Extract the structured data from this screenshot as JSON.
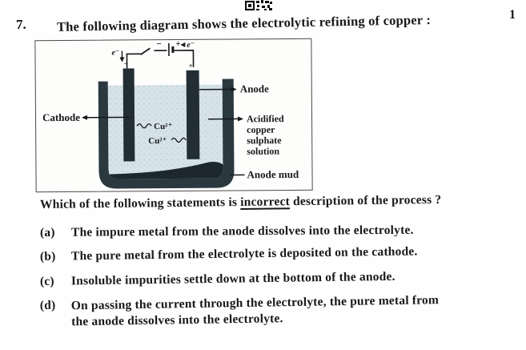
{
  "page": {
    "question_number": "7.",
    "marks": "1",
    "title": "The following diagram shows the electrolytic refining of copper :"
  },
  "question": {
    "prefix": "Which of the following statements is ",
    "keyword": "incorrect",
    "suffix": " description of the process ?"
  },
  "options": [
    {
      "label": "(a)",
      "text": "The impure metal from the anode dissolves into the electrolyte."
    },
    {
      "label": "(b)",
      "text": "The pure metal from the electrolyte is deposited on the cathode."
    },
    {
      "label": "(c)",
      "text": "Insoluble impurities settle down at the bottom of the anode."
    },
    {
      "label": "(d)",
      "text_line1": "On passing the current through the electrolyte, the pure metal from",
      "text_line2": "the anode dissolves into the electrolyte."
    }
  ],
  "diagram": {
    "labels": {
      "cathode": "Cathode",
      "anode": "Anode",
      "electrolyte_line1": "Acidified",
      "electrolyte_line2": "copper",
      "electrolyte_line3": "sulphate",
      "electrolyte_line4": "solution",
      "anode_mud": "Anode mud",
      "cu_ion_1": "Cu²⁺",
      "cu_ion_2": "Cu²⁺",
      "electron_left": "e⁻",
      "electron_right": "e⁻",
      "battery_minus": "−",
      "battery_plus": "+",
      "cathode_terminal": "−",
      "anode_terminal": "+"
    },
    "colors": {
      "vessel": "#2b3840",
      "electrode": "#222e34",
      "solution": "#d7e3e9",
      "solution_speckle": "#b7cdd8",
      "mud": "#1c282e",
      "wire": "#14171a"
    }
  },
  "icons": {
    "qr_fragment": "qr-code-fragment"
  }
}
